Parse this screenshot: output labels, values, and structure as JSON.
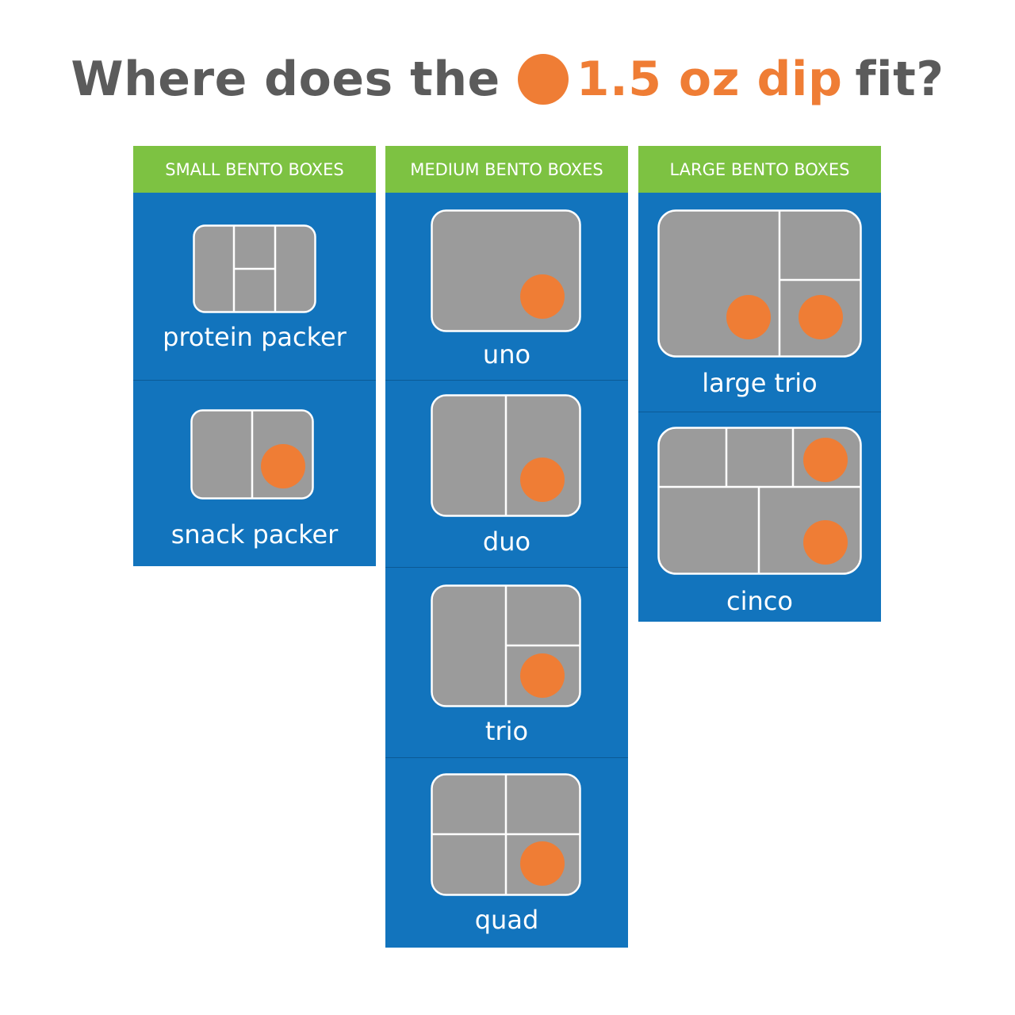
{
  "title": {
    "prefix": "Where does the",
    "highlight": "1.5 oz dip",
    "suffix": "fit?"
  },
  "colors": {
    "header_green": "#7dc242",
    "panel_blue": "#1274bd",
    "tray_gray": "#9b9b9b",
    "dip_orange": "#ef7d35",
    "title_gray": "#5b5b5b"
  },
  "columns": [
    {
      "header": "SMALL BENTO BOXES",
      "boxes": [
        {
          "name": "protein packer",
          "icon": "protein-packer-tray-icon",
          "dip_count": 0
        },
        {
          "name": "snack packer",
          "icon": "snack-packer-tray-icon",
          "dip_count": 1
        }
      ]
    },
    {
      "header": "MEDIUM BENTO BOXES",
      "boxes": [
        {
          "name": "uno",
          "icon": "uno-tray-icon",
          "dip_count": 1
        },
        {
          "name": "duo",
          "icon": "duo-tray-icon",
          "dip_count": 1
        },
        {
          "name": "trio",
          "icon": "trio-tray-icon",
          "dip_count": 1
        },
        {
          "name": "quad",
          "icon": "quad-tray-icon",
          "dip_count": 1
        }
      ]
    },
    {
      "header": "LARGE BENTO BOXES",
      "boxes": [
        {
          "name": "large trio",
          "icon": "large-trio-tray-icon",
          "dip_count": 2
        },
        {
          "name": "cinco",
          "icon": "cinco-tray-icon",
          "dip_count": 2
        }
      ]
    }
  ]
}
